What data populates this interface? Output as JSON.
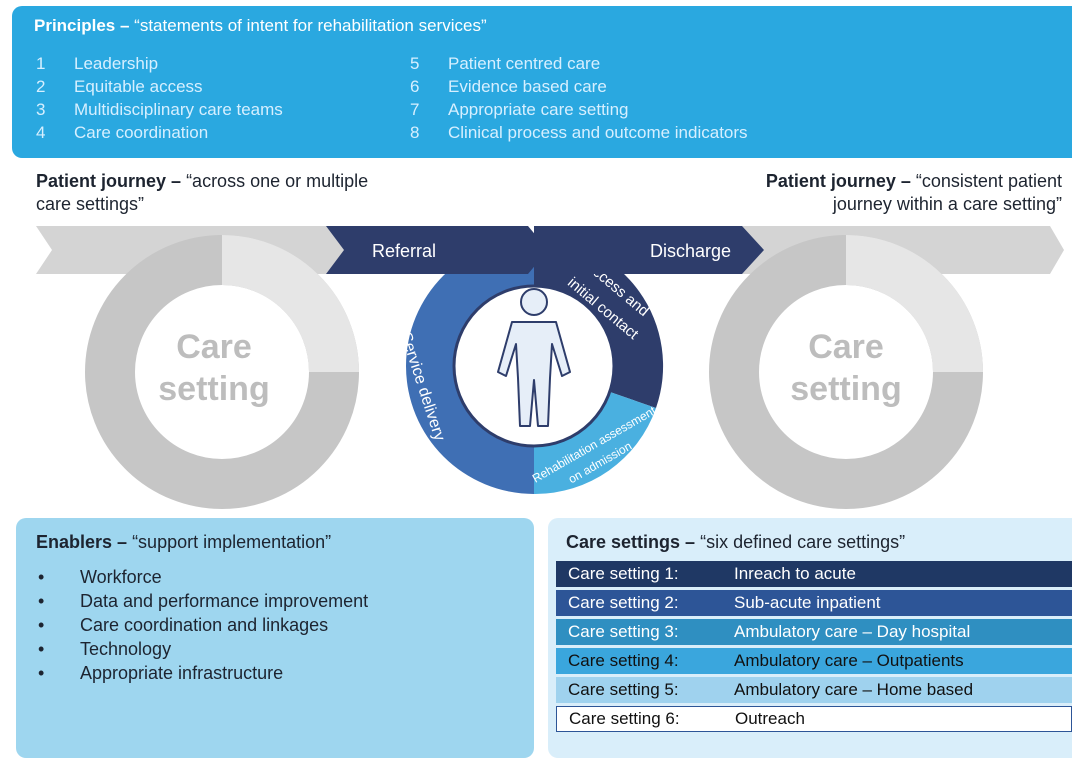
{
  "principles": {
    "heading": "Principles –",
    "quote": "“statements of intent for rehabilitation services”",
    "items_left": [
      {
        "num": "1",
        "text": "Leadership"
      },
      {
        "num": "2",
        "text": "Equitable access"
      },
      {
        "num": "3",
        "text": "Multidisciplinary care teams"
      },
      {
        "num": "4",
        "text": "Care coordination"
      }
    ],
    "items_right": [
      {
        "num": "5",
        "text": "Patient centred care"
      },
      {
        "num": "6",
        "text": "Evidence based care"
      },
      {
        "num": "7",
        "text": "Appropriate care setting"
      },
      {
        "num": "8",
        "text": "Clinical process and outcome indicators"
      }
    ]
  },
  "journey_left": {
    "heading": "Patient journey –",
    "quote_line1": "“across one or multiple",
    "quote_line2": "care settings”"
  },
  "journey_right": {
    "heading": "Patient journey –",
    "quote_line1": "“consistent patient",
    "quote_line2": "journey within a care setting”"
  },
  "diagram": {
    "referral": "Referral",
    "discharge": "Discharge",
    "left_cycle_line1": "Care",
    "left_cycle_line2": "setting",
    "right_cycle_line1": "Care",
    "right_cycle_line2": "setting",
    "stage_access": "Access and",
    "stage_access2": "initial contact",
    "stage_assessment": "Rehabilitation assessment",
    "stage_assessment2": "on admission",
    "stage_service": "Service delivery",
    "icon": "person-icon"
  },
  "enablers": {
    "heading": "Enablers –",
    "quote": "“support implementation”",
    "bullet": "•",
    "items": [
      "Workforce",
      "Data and performance improvement",
      "Care coordination and linkages",
      "Technology",
      "Appropriate infrastructure"
    ]
  },
  "care_settings": {
    "heading": "Care settings –",
    "quote": "“six defined care settings”",
    "rows": [
      {
        "name": "Care setting 1:",
        "desc": "Inreach to acute",
        "bg": "#1f3864",
        "fg": "#ffffff"
      },
      {
        "name": "Care setting 2:",
        "desc": "Sub-acute inpatient",
        "bg": "#2d5597",
        "fg": "#ffffff"
      },
      {
        "name": "Care setting 3:",
        "desc": "Ambulatory care – Day hospital",
        "bg": "#2f8fc1",
        "fg": "#ffffff"
      },
      {
        "name": "Care setting 4:",
        "desc": "Ambulatory care – Outpatients",
        "bg": "#3aa6dd",
        "fg": "#111111"
      },
      {
        "name": "Care setting 5:",
        "desc": "Ambulatory care – Home based",
        "bg": "#9fd2ee",
        "fg": "#111111"
      },
      {
        "name": "Care setting 6:",
        "desc": "Outreach",
        "bg": "#ffffff",
        "fg": "#111111"
      }
    ]
  },
  "colors": {
    "principles_bg": "#2aa8e0",
    "enablers_bg": "#9ed6ef",
    "navy": "#2e3d6b",
    "mid_blue": "#3f6fb4",
    "light_blue": "#4ab0e0",
    "grey": "#c8c8c8"
  }
}
